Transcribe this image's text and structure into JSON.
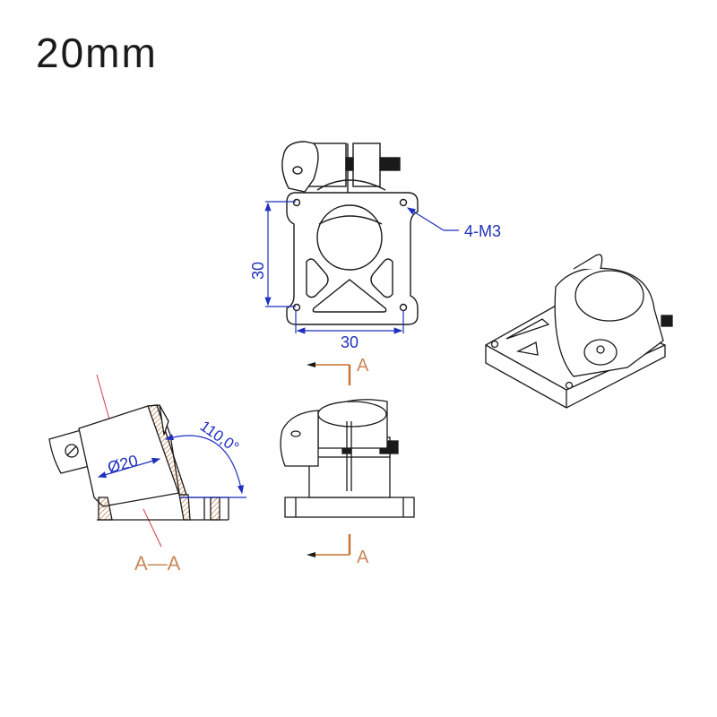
{
  "title": "20mm",
  "colors": {
    "line": "#1a1a1a",
    "dimension": "#1f2fbf",
    "section": "#c8702a",
    "centerline": "#d23a4a",
    "hatch": "#b5651d"
  },
  "front_view": {
    "dim_vertical": "30",
    "dim_horizontal": "30",
    "hole_callout": "4-M3"
  },
  "side_view": {
    "section_marker_top": "A",
    "section_marker_bottom": "A"
  },
  "section_view": {
    "diameter_label": "Ø20",
    "angle_label": "110,0°",
    "section_label": "A—A"
  }
}
